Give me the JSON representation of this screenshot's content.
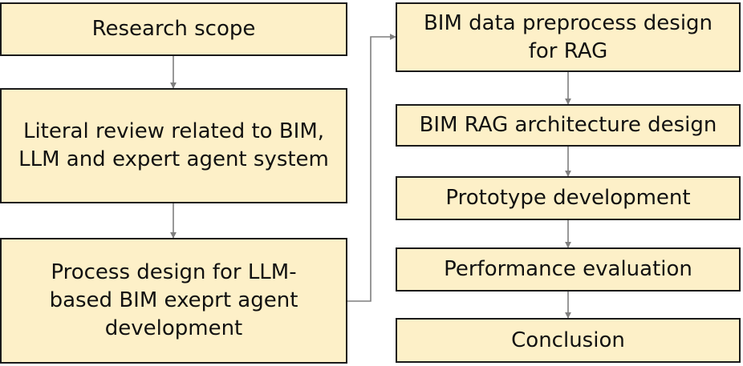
{
  "colors": {
    "box_fill": "#fdf0c8",
    "box_border": "#1a1a1a",
    "connector": "#7f7f7f"
  },
  "left_column": {
    "steps": [
      "Research scope",
      "Literal review related to BIM, LLM and expert agent system",
      "Process design for LLM-based BIM exeprt agent development"
    ]
  },
  "right_column": {
    "steps": [
      "BIM data preprocess design for RAG",
      "BIM RAG architecture design",
      "Prototype development",
      "Performance evaluation",
      "Conclusion"
    ]
  }
}
